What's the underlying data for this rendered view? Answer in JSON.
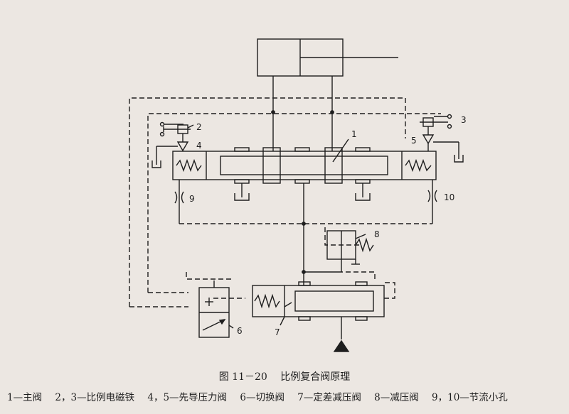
{
  "figure": {
    "number": "图 11－20",
    "title": "比例复合阀原理"
  },
  "callouts": {
    "main_valve": "1",
    "solenoid_left": "2",
    "solenoid_right": "3",
    "pilot_left": "4",
    "pilot_right": "5",
    "switch_valve": "6",
    "diff_reducer": "7",
    "reducing_valve": "8",
    "orifice_left": "9",
    "orifice_right": "10"
  },
  "legend": [
    "1—主阀",
    "2，3—比例电磁铁",
    "4，5—先导压力阀",
    "6—切换阀",
    "7—定差减压阀",
    "8—减压阀",
    "9，10—节流小孔"
  ]
}
